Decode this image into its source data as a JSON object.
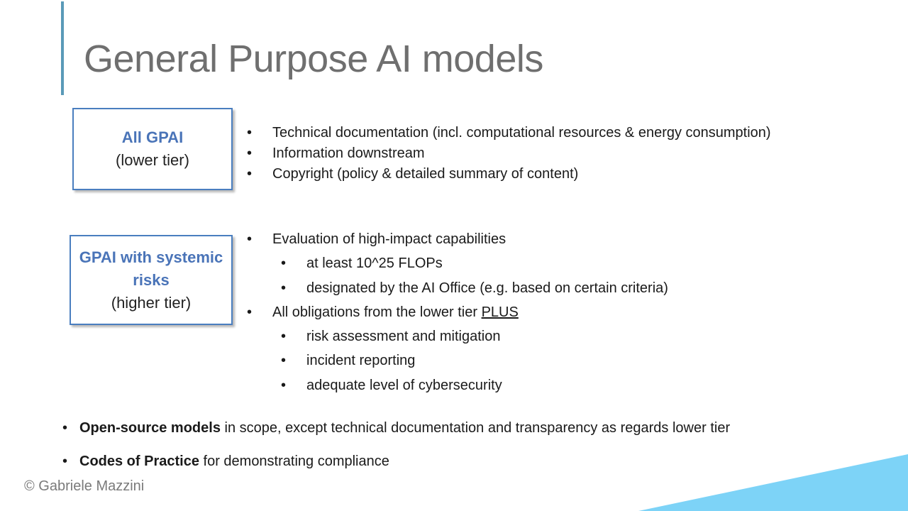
{
  "slide": {
    "title": "General Purpose AI models"
  },
  "boxes": [
    {
      "name": "All GPAI",
      "level": "(lower tier)"
    },
    {
      "name_line1": "GPAI with systemic",
      "name_line2": "risks",
      "level": "(higher tier)"
    }
  ],
  "lower_tier_obligations": [
    "Technical documentation (incl. computational resources & energy consumption)",
    "Information downstream",
    "Copyright (policy & detailed summary of content)"
  ],
  "higher_tier_obligations": {
    "evaluation": "Evaluation of high-impact capabilities",
    "evaluation_sub": [
      "at least 10^25 FLOPs",
      "designated by the AI Office (e.g. based on certain criteria)"
    ],
    "all_lower_prefix": "All obligations from the lower tier ",
    "all_lower_emphasis": "PLUS",
    "plus_sub": [
      "risk assessment and mitigation",
      "incident reporting",
      "adequate level of cybersecurity"
    ]
  },
  "bottom_notes": [
    {
      "bold": "Open-source models",
      "rest": " in scope, except technical documentation and transparency as regards lower tier"
    },
    {
      "bold": "Codes of Practice",
      "rest": " for demonstrating compliance"
    }
  ],
  "bullet_glyph": "•",
  "copyright": "© Gabriele Mazzini",
  "colors": {
    "accent_bar": "#5a9ab8",
    "title": "#6f6f6f",
    "box_border": "#4a7ebf",
    "tier_name": "#4a74b8",
    "corner": "#7dd3f7"
  }
}
